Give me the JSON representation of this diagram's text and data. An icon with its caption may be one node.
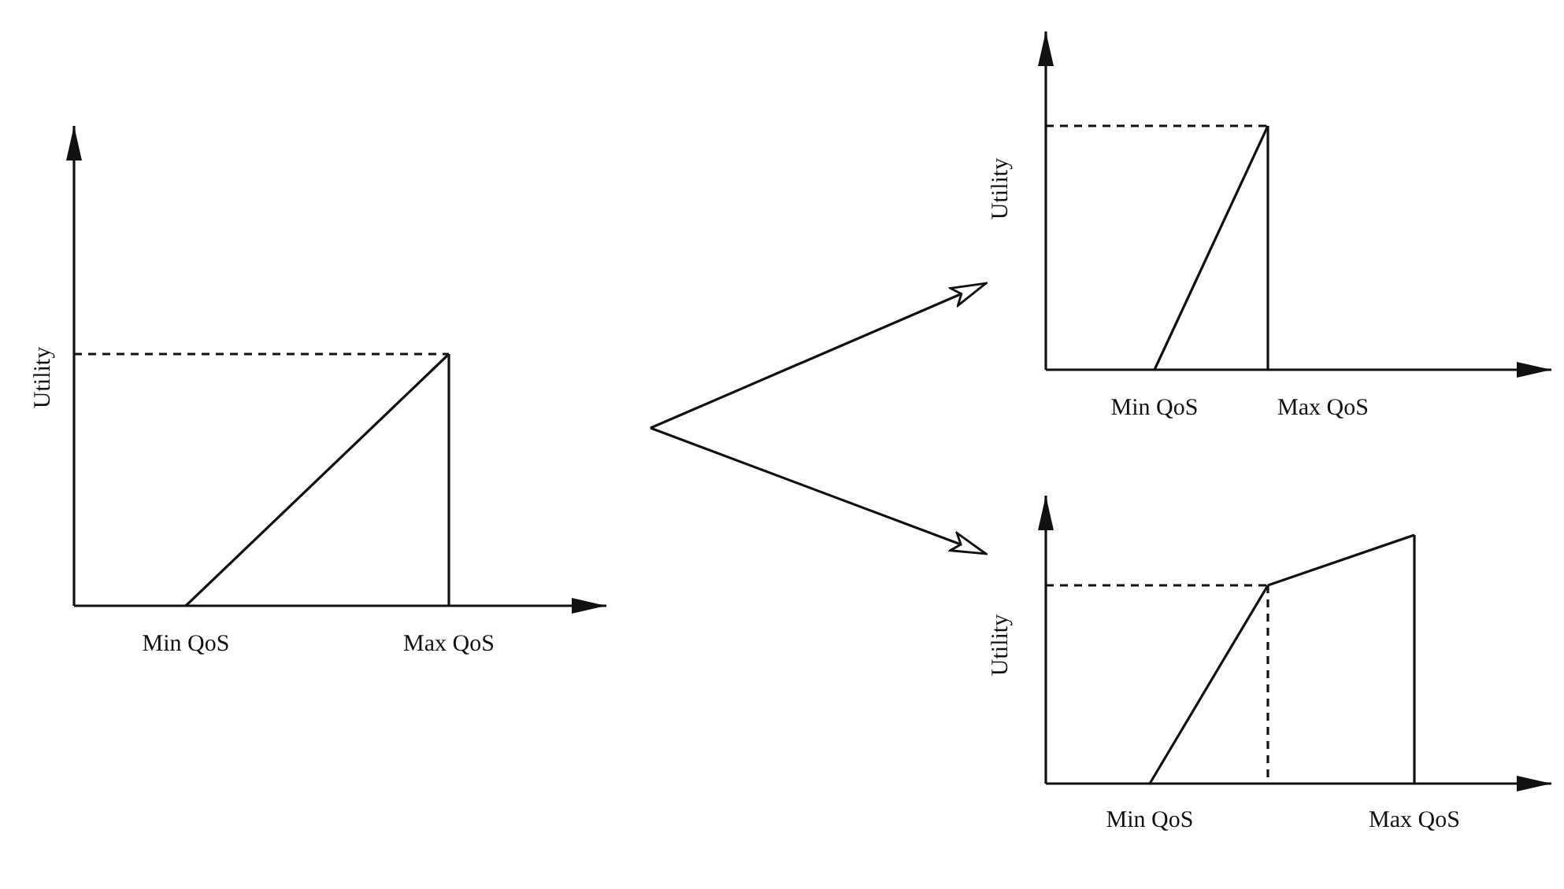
{
  "diagram": {
    "nodes": [
      {
        "text": [],
        "shape": "picture",
        "beside": [
          "Utility",
          "Min QoS",
          "Max QoS"
        ]
      },
      {
        "text": [],
        "shape": "picture",
        "beside": [
          "Utility",
          "Min QoS",
          "Max QoS"
        ]
      },
      {
        "text": [],
        "shape": "picture",
        "beside": [
          "Utility",
          "Min QoS",
          "Max QoS"
        ]
      }
    ],
    "edges": [
      {
        "from": null,
        "to": 1,
        "arrow": "to"
      },
      {
        "from": null,
        "to": 2,
        "arrow": "to"
      }
    ]
  }
}
